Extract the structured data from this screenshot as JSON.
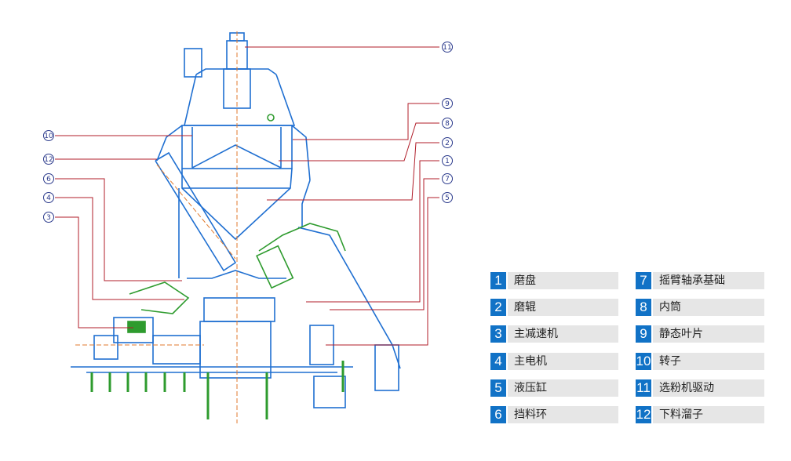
{
  "callouts": {
    "c1": "1",
    "c2": "2",
    "c3": "3",
    "c4": "4",
    "c5": "5",
    "c6": "6",
    "c7": "7",
    "c8": "8",
    "c9": "9",
    "c10": "10",
    "c11": "11",
    "c12": "12"
  },
  "legend": [
    {
      "num": "1",
      "label": "磨盘"
    },
    {
      "num": "2",
      "label": "磨辊"
    },
    {
      "num": "3",
      "label": "主减速机"
    },
    {
      "num": "4",
      "label": "主电机"
    },
    {
      "num": "5",
      "label": "液压缸"
    },
    {
      "num": "6",
      "label": "挡料环"
    },
    {
      "num": "7",
      "label": "摇臂轴承基础"
    },
    {
      "num": "8",
      "label": "内筒"
    },
    {
      "num": "9",
      "label": "静态叶片"
    },
    {
      "num": "10",
      "label": "转子"
    },
    {
      "num": "11",
      "label": "选粉机驱动"
    },
    {
      "num": "12",
      "label": "下料溜子"
    }
  ],
  "colors": {
    "structure": "#1f6fd1",
    "leader": "#b01e2a",
    "center_line": "#e07a2c",
    "accent_green": "#2e9b2e",
    "legend_badge": "#1172c6",
    "legend_bar": "#e6e6e6"
  }
}
